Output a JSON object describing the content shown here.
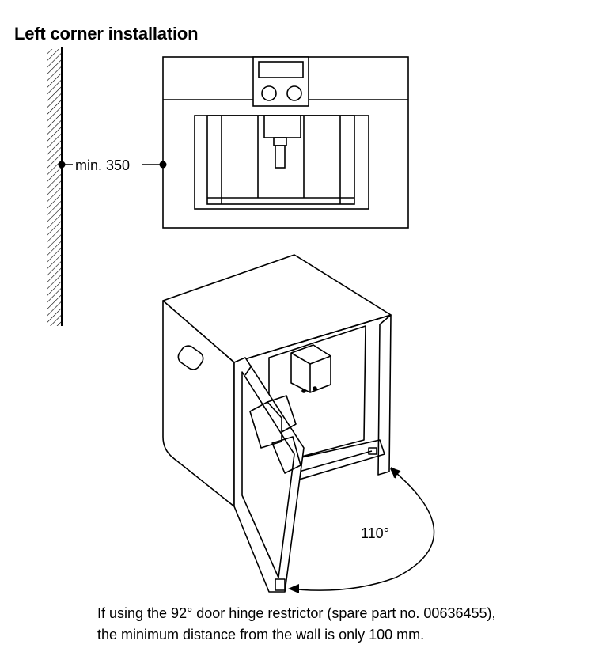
{
  "title": "Left corner installation",
  "dimension_label": "min. 350",
  "angle_label": "110°",
  "caption": {
    "line1": "If using the 92° door hinge restrictor (spare part no. 00636455),",
    "line2": "the minimum distance from the wall is only 100 mm."
  }
}
